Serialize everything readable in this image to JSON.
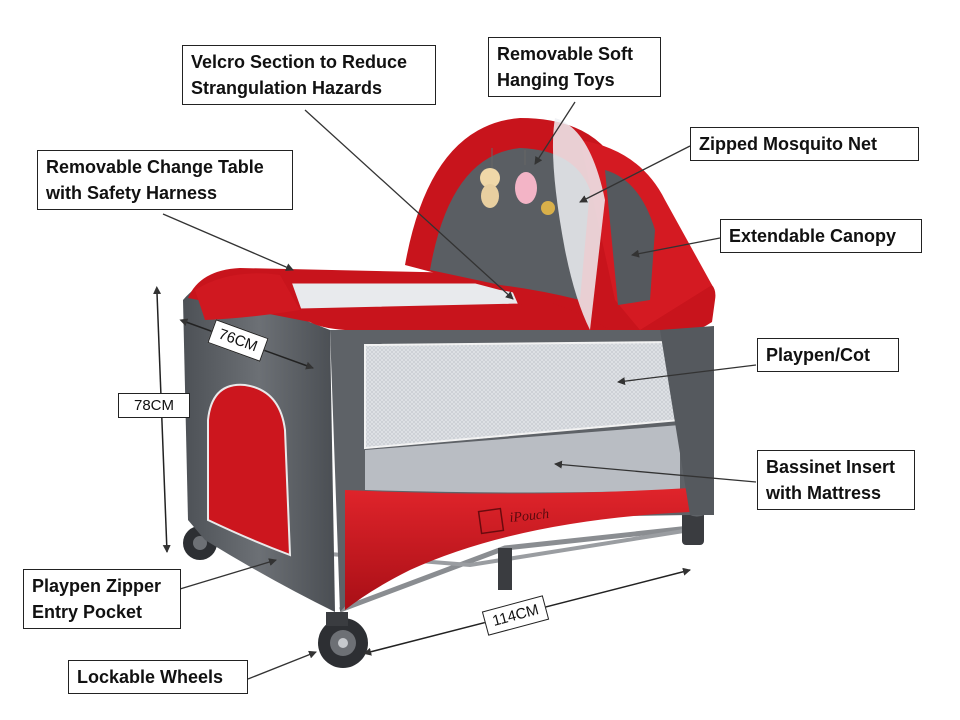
{
  "callouts": {
    "velcro": [
      "Velcro Section to Reduce",
      "Strangulation Hazards"
    ],
    "toys": [
      "Removable Soft",
      "Hanging Toys"
    ],
    "change_table": [
      "Removable Change Table",
      "with Safety Harness"
    ],
    "mosquito_net": [
      "Zipped Mosquito Net"
    ],
    "canopy": [
      "Extendable Canopy"
    ],
    "playpen": [
      "Playpen/Cot"
    ],
    "bassinet": [
      "Bassinet Insert",
      "with Mattress"
    ],
    "zipper_pocket": [
      "Playpen Zipper",
      "Entry Pocket"
    ],
    "wheels": [
      "Lockable Wheels"
    ]
  },
  "dimensions": {
    "depth": "76CM",
    "height": "78CM",
    "width": "114CM"
  },
  "brand_logo_text": "iPouch",
  "colors": {
    "fabric_red": "#c8141c",
    "fabric_grey": "#5e6267",
    "mesh": "#d7dadf",
    "frame": "#8a8d91"
  }
}
